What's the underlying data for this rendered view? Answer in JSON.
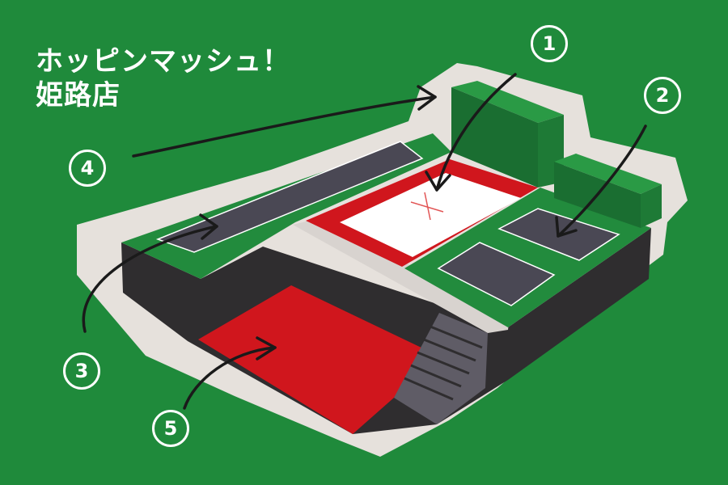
{
  "title": {
    "line1": "ホッピンマッシュ！",
    "line2": "姫路店"
  },
  "markers": [
    {
      "id": "1",
      "label": "1"
    },
    {
      "id": "2",
      "label": "2"
    },
    {
      "id": "3",
      "label": "3"
    },
    {
      "id": "4",
      "label": "4"
    },
    {
      "id": "5",
      "label": "5"
    }
  ],
  "colors": {
    "background": "#1f8a3b",
    "halo": "#e6e1dc",
    "wall_dark": "#2f2d2f",
    "turf": "#228b3d",
    "pad": "#4a4854",
    "red_mat": "#d0161d",
    "white_mat": "#ffffff",
    "walkway": "#d8d3cf",
    "block_top": "#2a9a45",
    "block_side": "#1a6e31",
    "arrow": "#1a1a1a"
  },
  "icons": [
    "arrow-icon",
    "crosshair-icon",
    "staircase-icon"
  ]
}
